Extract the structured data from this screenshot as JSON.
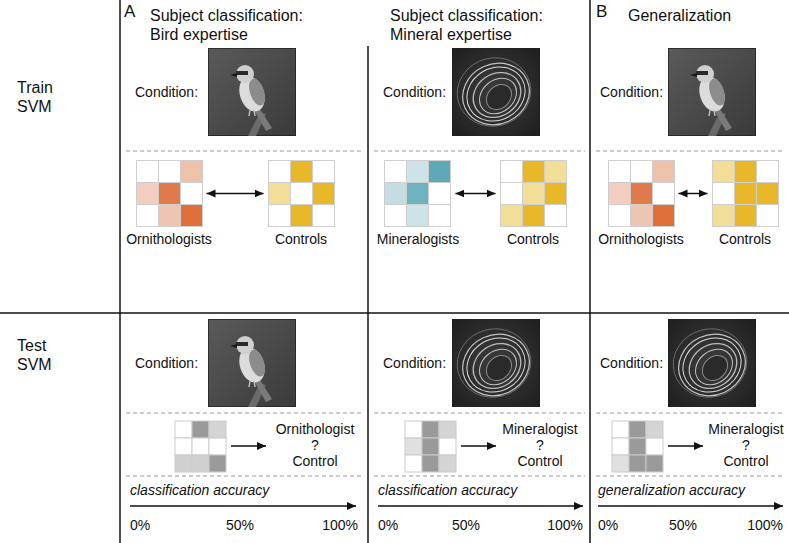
{
  "diagram": {
    "nodes": [
      {
        "text": [
          "Ornithologists"
        ]
      },
      {
        "text": [
          "Controls"
        ]
      },
      {
        "text": [
          "Mineralogists"
        ]
      },
      {
        "text": [
          "Controls"
        ]
      },
      {
        "text": [
          "Ornithologists"
        ]
      },
      {
        "text": [
          "Controls"
        ]
      }
    ],
    "edges": [
      {
        "from": 0,
        "to": 1,
        "arrow": "both"
      },
      {
        "from": 2,
        "to": 3,
        "arrow": "both"
      },
      {
        "from": 4,
        "to": 5,
        "arrow": "both"
      }
    ],
    "labels": [
      "A",
      "Subject classification: Bird expertise",
      "Subject classification: Mineral expertise",
      "B",
      "Generalization",
      "Train SVM",
      "Condition:",
      "Condition:",
      "Condition:",
      "Test SVM",
      "Condition:",
      "Condition:",
      "Condition:",
      "Ornithologist",
      "?",
      "Control",
      "Mineralogist",
      "?",
      "Control",
      "Mineralogist",
      "?",
      "Control",
      "classification accuracy",
      "0%",
      "50%",
      "100%",
      "classification accuracy",
      "0%",
      "50%",
      "100%",
      "generalization accuracy",
      "0%",
      "50%",
      "100%"
    ]
  }
}
